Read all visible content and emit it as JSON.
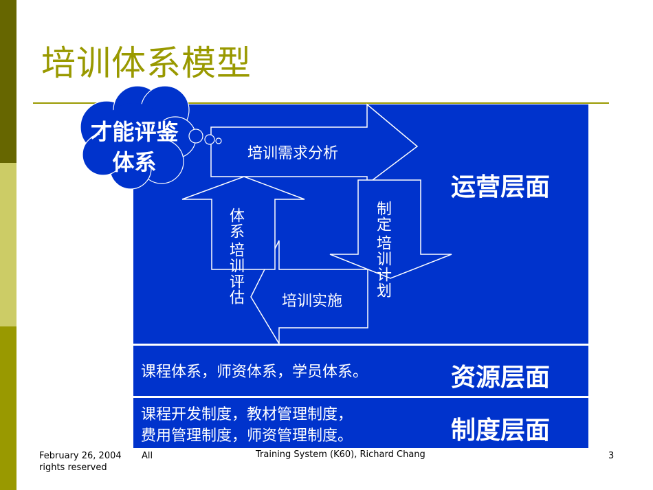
{
  "title": "培训体系模型",
  "cloud": {
    "line1": "才能评鉴",
    "line2": "体系"
  },
  "arrows": {
    "needs": "培训需求分析",
    "evaluation_line1": "培训评估",
    "evaluation_line2": "体系",
    "plan_line1": "培训计划",
    "plan_line2": "制定",
    "implementation": "培训实施"
  },
  "layers": [
    {
      "label": "运营层面"
    },
    {
      "label": "资源层面",
      "text": "课程体系，师资体系，学员体系。"
    },
    {
      "label": "制度层面",
      "text_line1": "课程开发制度，教材管理制度，",
      "text_line2": "费用管理制度，师资管理制度。"
    }
  ],
  "footer": {
    "date": "February 26, 2004",
    "all": "All",
    "rights": "rights reserved",
    "center": "Training System (K60), Richard Chang",
    "page": "3"
  },
  "colors": {
    "blue": "#0033cc",
    "olive": "#999900"
  }
}
